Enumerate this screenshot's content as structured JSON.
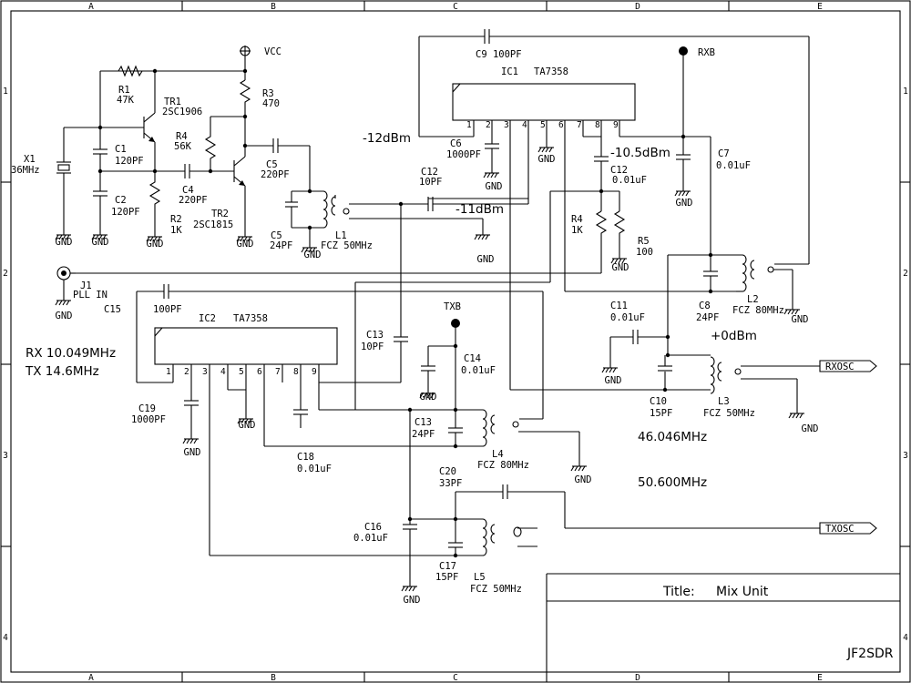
{
  "border": {
    "cols": [
      "A",
      "B",
      "C",
      "D",
      "E"
    ],
    "rows": [
      "1",
      "2",
      "3",
      "4"
    ]
  },
  "title_block": {
    "title_label": "Title:",
    "title": "Mix Unit",
    "author": "JF2SDR"
  },
  "ics": {
    "ic1": {
      "name": "IC1",
      "part": "TA7358",
      "pins": [
        "1",
        "2",
        "3",
        "4",
        "5",
        "6",
        "7",
        "8",
        "9"
      ]
    },
    "ic2": {
      "name": "IC2",
      "part": "TA7358",
      "pins": [
        "1",
        "2",
        "3",
        "4",
        "5",
        "6",
        "7",
        "8",
        "9"
      ]
    }
  },
  "power": {
    "vcc": "VCC",
    "rxb": "RXB",
    "txb": "TXB"
  },
  "connectors": {
    "j1": "J1",
    "pll_in": "PLL  IN",
    "rxosc": "RXOSC",
    "txosc": "TXOSC"
  },
  "components": {
    "x1": [
      "X1",
      "36MHz"
    ],
    "r1": [
      "R1",
      "47K"
    ],
    "tr1": [
      "TR1",
      "2SC1906"
    ],
    "r3": [
      "R3",
      "470"
    ],
    "r4a": [
      "R4",
      "56K"
    ],
    "c1": [
      "C1",
      "120PF"
    ],
    "c2": [
      "C2",
      "120PF"
    ],
    "c4": [
      "C4",
      "220PF"
    ],
    "r2": [
      "R2",
      "1K"
    ],
    "tr2": [
      "TR2",
      "2SC1815"
    ],
    "c5a": [
      "C5",
      "220PF"
    ],
    "c5b": [
      "C5",
      "24PF"
    ],
    "l1": [
      "L1",
      "FCZ 50MHz"
    ],
    "c9": "C9 100PF",
    "c6": [
      "C6",
      "1000PF"
    ],
    "c12a": [
      "C12",
      "10PF"
    ],
    "c12b": [
      "C12",
      "0.01uF"
    ],
    "c7": [
      "C7",
      "0.01uF"
    ],
    "r4b": [
      "R4",
      "1K"
    ],
    "r5": [
      "R5",
      "100"
    ],
    "c8": [
      "C8",
      "24PF"
    ],
    "l2": [
      "L2",
      "FCZ 80MHz"
    ],
    "c11": [
      "C11",
      "0.01uF"
    ],
    "c10": [
      "C10",
      "15PF"
    ],
    "l3": [
      "L3",
      "FCZ 50MHz"
    ],
    "c15": [
      "C15",
      "100PF"
    ],
    "c13a": [
      "C13",
      "10PF"
    ],
    "c14": [
      "C14",
      "0.01uF"
    ],
    "c19": [
      "C19",
      "1000PF"
    ],
    "c13b": [
      "C13",
      "24PF"
    ],
    "l4": [
      "L4",
      "FCZ 80MHz"
    ],
    "c18": [
      "C18",
      "0.01uF"
    ],
    "c20": [
      "C20",
      "33PF"
    ],
    "c16": [
      "C16",
      "0.01uF"
    ],
    "c17": [
      "C17",
      "15PF"
    ],
    "l5": [
      "L5",
      "FCZ 50MHz"
    ]
  },
  "gnd": "GND",
  "levels": {
    "m12": "-12dBm",
    "m11": "-11dBm",
    "m105": "-10.5dBm",
    "p0": "+0dBm"
  },
  "freq": {
    "rx": "RX 10.049MHz",
    "tx": "TX 14.6MHz",
    "f1": "46.046MHz",
    "f2": "50.600MHz"
  }
}
